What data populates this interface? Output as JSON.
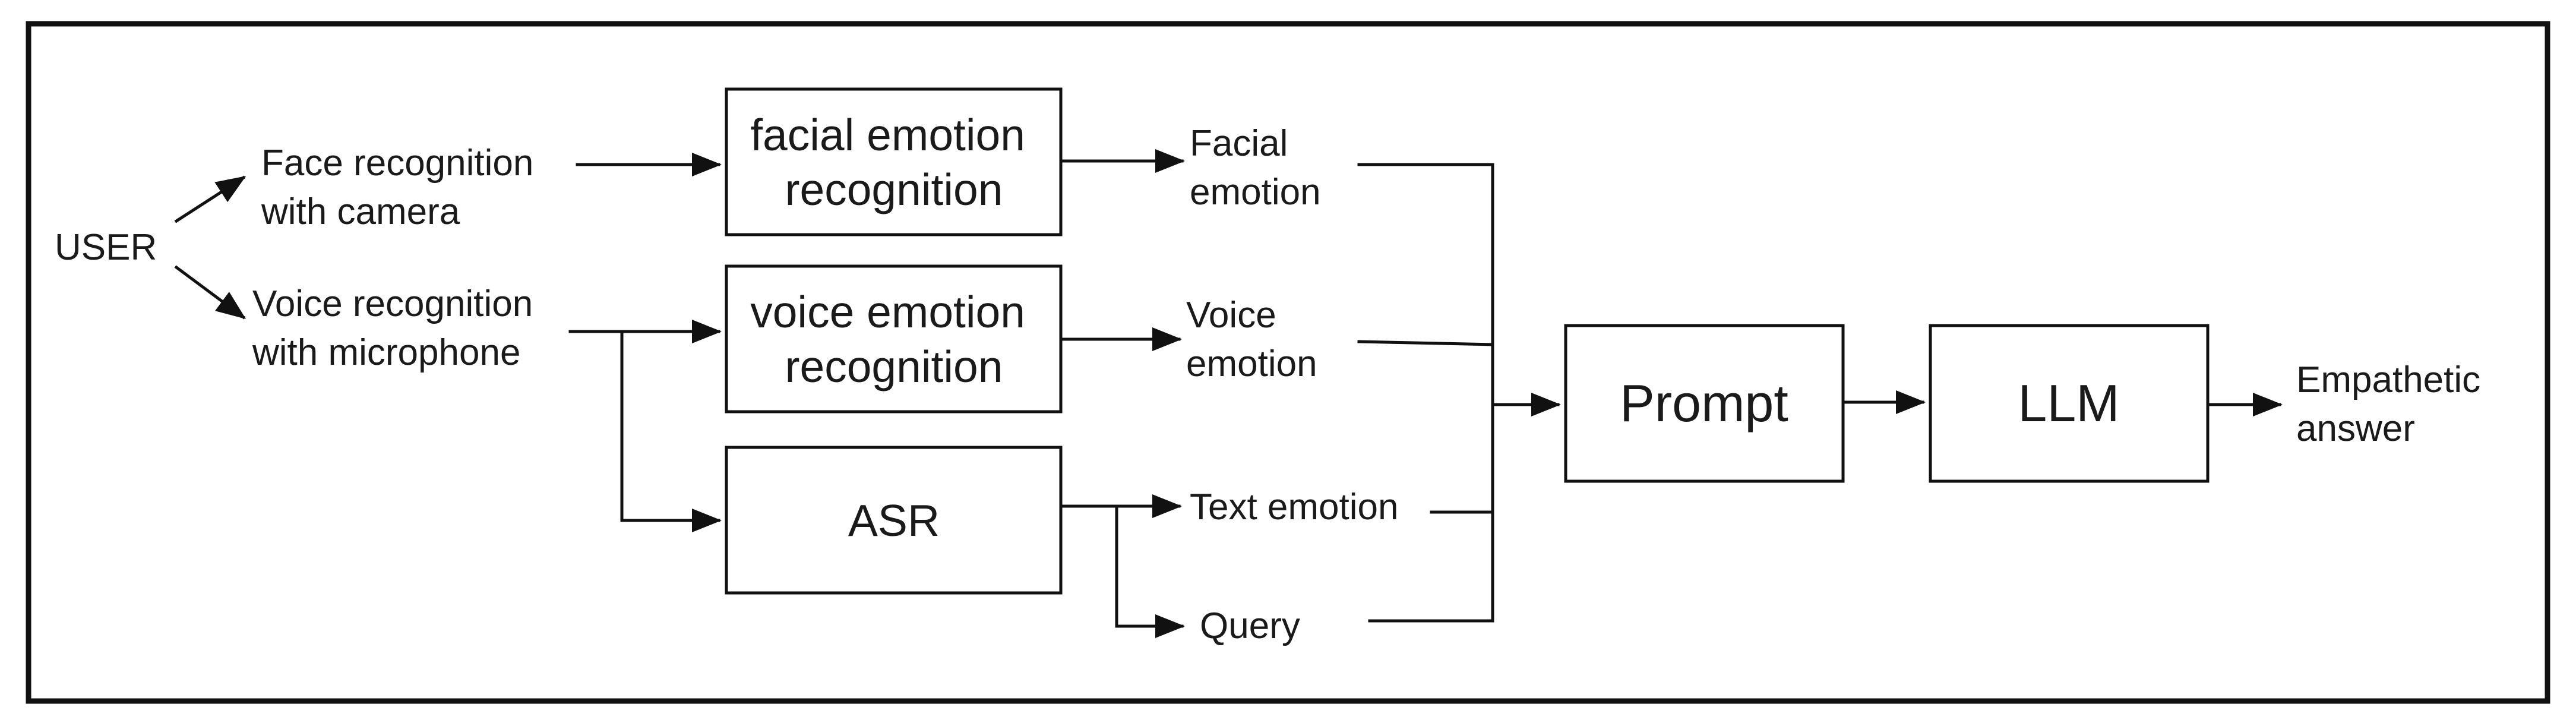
{
  "diagram": {
    "user": "USER",
    "inputs": {
      "face": [
        "Face recognition",
        "with camera"
      ],
      "voice": [
        "Voice recognition",
        "with microphone"
      ]
    },
    "modules": {
      "facial": [
        "facial emotion",
        "recognition"
      ],
      "voice": [
        "voice emotion",
        "recognition"
      ],
      "asr": "ASR"
    },
    "signals": {
      "facial": [
        "Facial",
        "emotion"
      ],
      "voice": [
        "Voice",
        "emotion"
      ],
      "text": "Text emotion",
      "query": "Query"
    },
    "prompt": "Prompt",
    "llm": "LLM",
    "output": [
      "Empathetic",
      "answer"
    ]
  }
}
